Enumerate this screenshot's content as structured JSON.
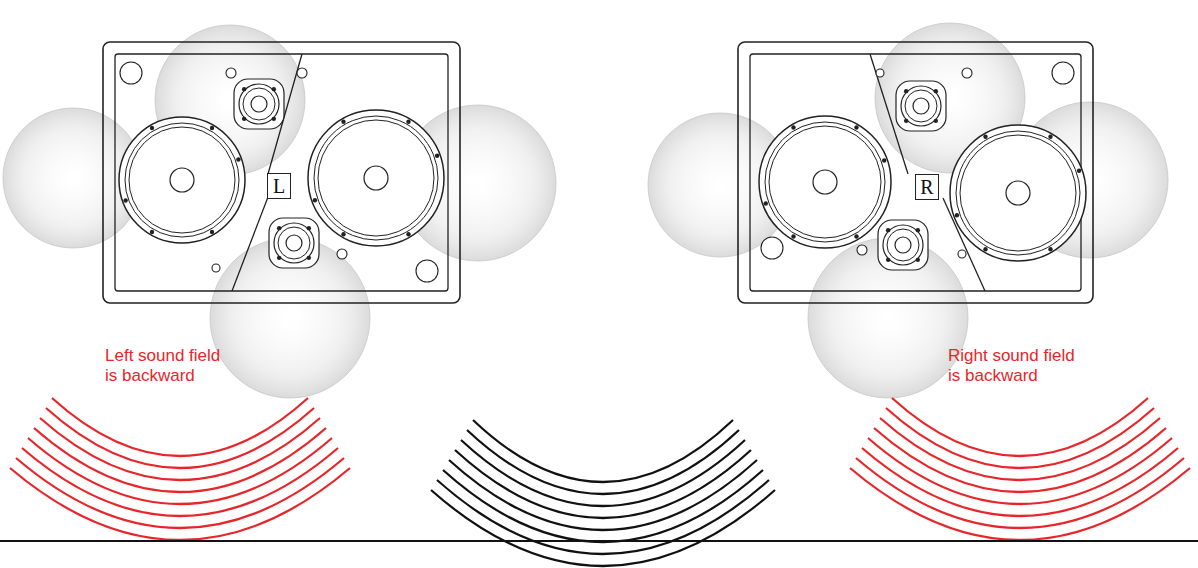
{
  "diagram": {
    "nodes": [
      {
        "text": [
          "L"
        ]
      },
      {
        "text": [
          "R"
        ]
      }
    ],
    "labels": [
      "Left sound field is backward",
      "Right sound field is backward"
    ]
  }
}
